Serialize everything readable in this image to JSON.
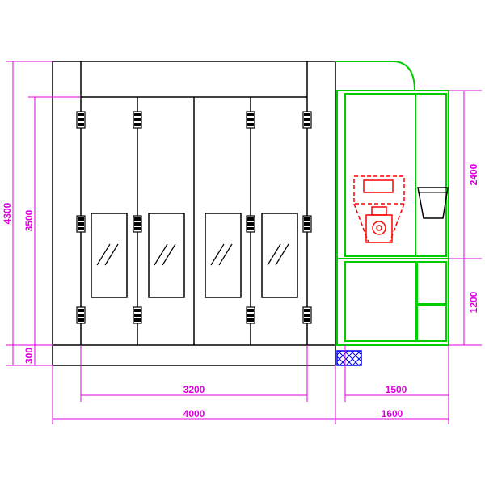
{
  "dimensions": {
    "total_height": "4300",
    "door_height": "3500",
    "base_height": "300",
    "room_width_total": "4000",
    "door_span": "3200",
    "side_upper_height": "2400",
    "side_lower_height": "1200",
    "side_inner_width": "1500",
    "side_total_width": "1600"
  },
  "colors": {
    "frame": "#000000",
    "dimension": "#e000e0",
    "side_unit": "#00cc00",
    "equipment": "#ff0000",
    "floor_grid": "#0000ff"
  }
}
